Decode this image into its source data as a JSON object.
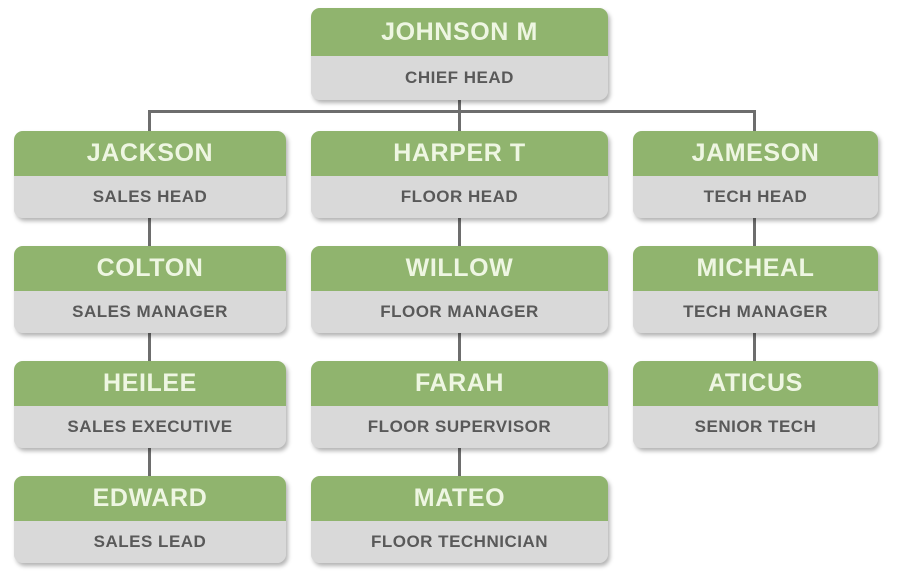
{
  "chart": {
    "type": "org-chart",
    "background_color": "#ffffff",
    "palette": {
      "header_green": "#90b46e",
      "body_gray": "#d9d9d9",
      "name_text": "#eef6e2",
      "title_text": "#595959",
      "connector": "#6d6d6d"
    },
    "root": {
      "name": "JOHNSON M",
      "title": "CHIEF HEAD"
    },
    "columns": [
      {
        "key": "sales",
        "nodes": [
          {
            "name": "JACKSON",
            "title": "SALES HEAD"
          },
          {
            "name": "COLTON",
            "title": "SALES MANAGER"
          },
          {
            "name": "HEILEE",
            "title": "SALES EXECUTIVE"
          },
          {
            "name": "EDWARD",
            "title": "SALES LEAD"
          }
        ]
      },
      {
        "key": "floor",
        "nodes": [
          {
            "name": "HARPER T",
            "title": "FLOOR HEAD"
          },
          {
            "name": "WILLOW",
            "title": "FLOOR MANAGER"
          },
          {
            "name": "FARAH",
            "title": "FLOOR SUPERVISOR"
          },
          {
            "name": "MATEO",
            "title": "FLOOR TECHNICIAN"
          }
        ]
      },
      {
        "key": "tech",
        "nodes": [
          {
            "name": "JAMESON",
            "title": "TECH HEAD"
          },
          {
            "name": "MICHEAL",
            "title": "TECH MANAGER"
          },
          {
            "name": "ATICUS",
            "title": "SENIOR TECH"
          }
        ]
      }
    ]
  }
}
